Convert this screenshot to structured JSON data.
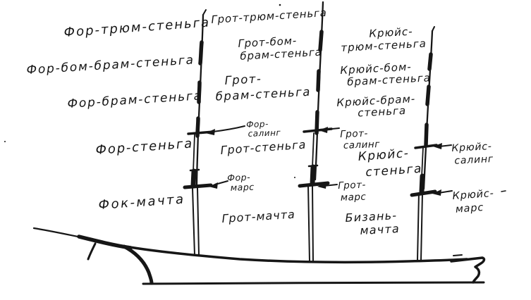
{
  "diagram": {
    "ink_color": "#161616",
    "paper_color": "#ffffff"
  },
  "labels": {
    "fore_trum_stenga": {
      "text": "Фор-трюм-стеньга"
    },
    "fore_bom_bram_stenga": {
      "text": "Фор-бом-брам-стеньга"
    },
    "fore_bram_stenga": {
      "text": "Фор-брам-стеньга"
    },
    "fore_stenga": {
      "text": "Фор-стеньга"
    },
    "fok_machta": {
      "text": "Фок-мачта"
    },
    "grot_trum_stenga": {
      "text": "Грот-трюм-стеньга"
    },
    "grot_bom_bram_stenga": {
      "line1": "Грот-бом-",
      "line2": "брам-стеньга"
    },
    "grot_bram_stenga": {
      "line1": "Грот-",
      "line2": "брам-стеньга"
    },
    "for_saling": {
      "line1": "Фор-",
      "line2": "салинг"
    },
    "grot_stenga": {
      "text": "Грот-стеньга"
    },
    "for_mars": {
      "line1": "Фор-",
      "line2": "марс"
    },
    "grot_machta": {
      "text": "Грот-мачта"
    },
    "grot_saling": {
      "line1": "Грот-",
      "line2": "салинг"
    },
    "kruys_stenga": {
      "line1": "Крюйс-",
      "line2": "стеньга"
    },
    "grot_mars": {
      "line1": "Грот-",
      "line2": "марс"
    },
    "bizan_machta": {
      "line1": "Бизань-",
      "line2": "мачта"
    },
    "kruys_trum_stenga": {
      "line1": "Крюйс-",
      "line2": "трюм-стеньга"
    },
    "kruys_bom_bram_stenga": {
      "line1": "Крюйс-бом-",
      "line2": "брам-стеньга"
    },
    "kruys_bram_stenga": {
      "line1": "Крюйс-брам-",
      "line2": "стеньга"
    },
    "kruys_saling": {
      "line1": "Крюйс-",
      "line2": "салинг"
    },
    "kruys_mars": {
      "line1": "Крюйс-",
      "line2": "марс"
    }
  }
}
